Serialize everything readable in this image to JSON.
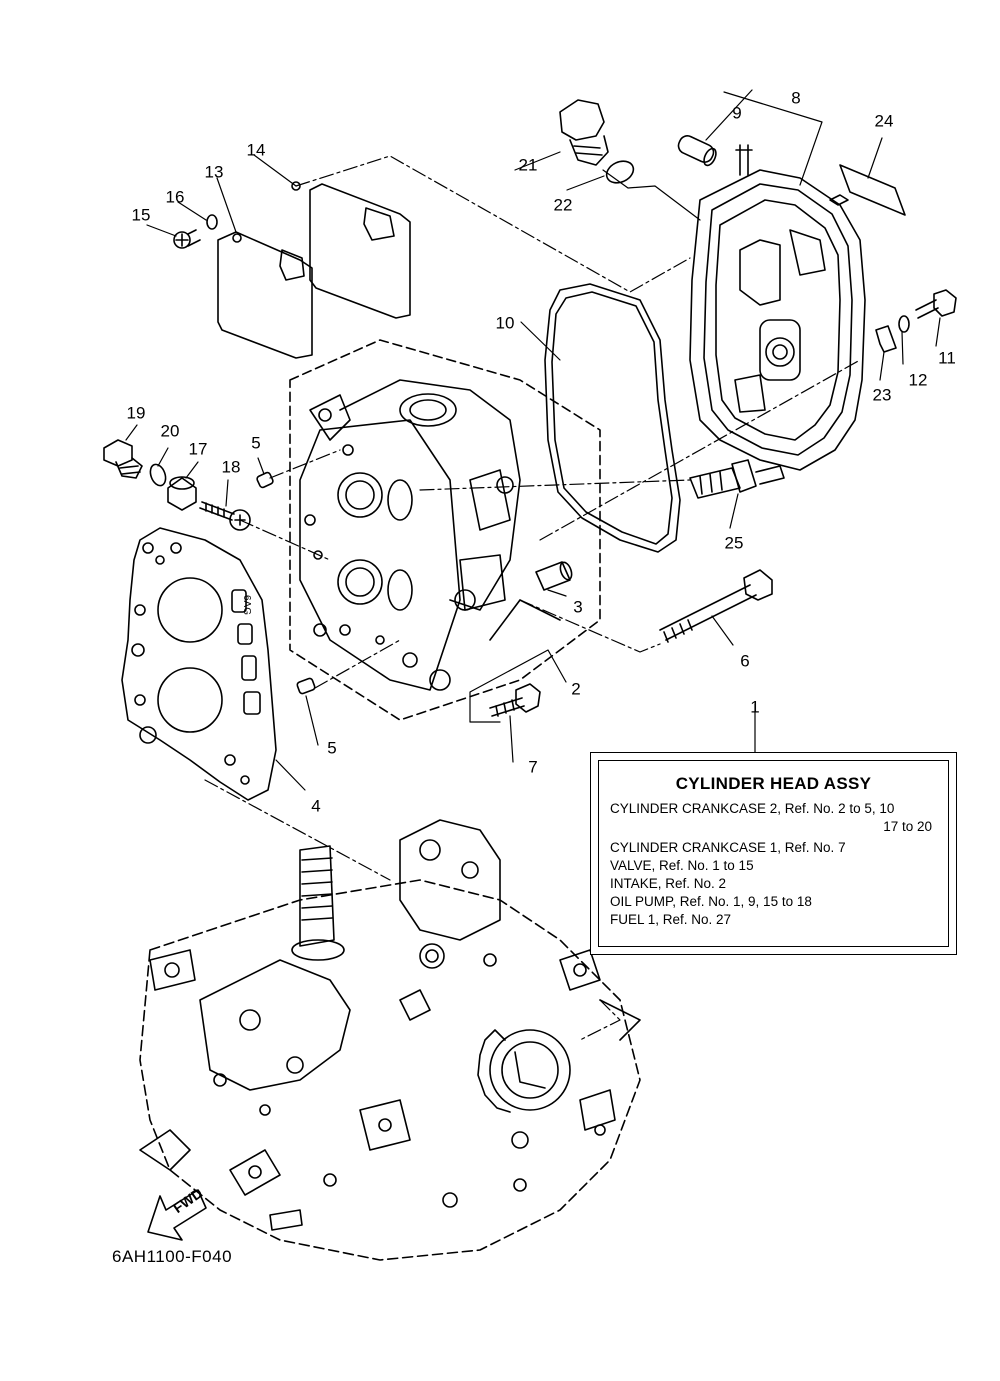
{
  "callouts": [
    "1",
    "2",
    "3",
    "4",
    "5",
    "5",
    "6",
    "7",
    "8",
    "9",
    "10",
    "11",
    "12",
    "13",
    "14",
    "15",
    "16",
    "17",
    "18",
    "19",
    "20",
    "21",
    "22",
    "23",
    "24",
    "25"
  ],
  "assy_box": {
    "title": "CYLINDER HEAD ASSY",
    "lines": [
      "CYLINDER CRANKCASE 2,  Ref. No. 2 to 5, 10",
      "17 to 20",
      "CYLINDER CRANKCASE 1,  Ref. No. 7",
      "VALVE,  Ref. No. 1 to 15",
      "INTAKE,  Ref. No. 2",
      "OIL PUMP,  Ref. No. 1, 9, 15 to 18",
      "FUEL 1,  Ref. No. 27"
    ]
  },
  "fwd_label": "FWD",
  "drawing_code": "6AH1100-F040",
  "colors": {
    "line": "#000000",
    "background": "#ffffff"
  }
}
